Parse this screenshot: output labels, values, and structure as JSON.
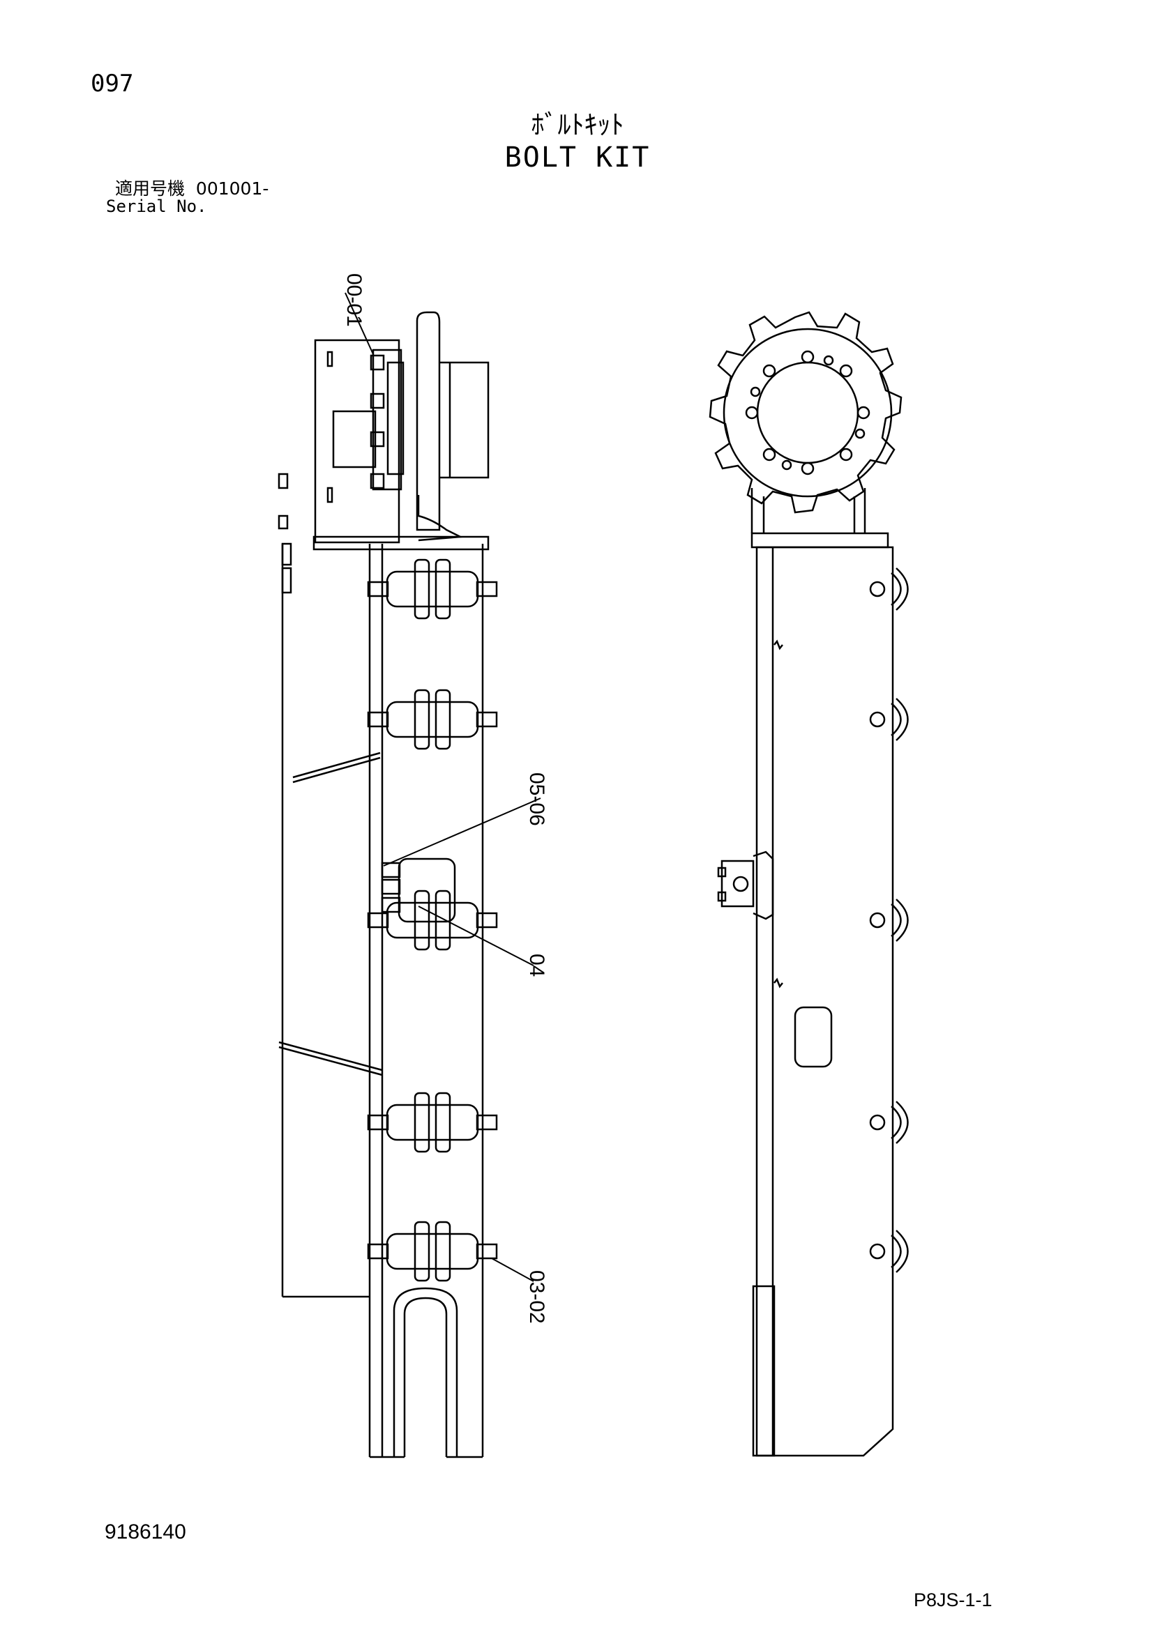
{
  "header": {
    "page_number": "097",
    "title_jp": "ﾎﾞﾙﾄｷｯﾄ",
    "title_en": "BOLT KIT"
  },
  "serial": {
    "label_jp": "適用号機",
    "value": "001001-",
    "label_en": "Serial No."
  },
  "callouts": {
    "c00_01": "00-01",
    "c05_06": "05-06",
    "c04": "04",
    "c03_02": "03-02"
  },
  "footer": {
    "doc_number": "9186140",
    "sheet_code": "P8JS-1-1"
  }
}
